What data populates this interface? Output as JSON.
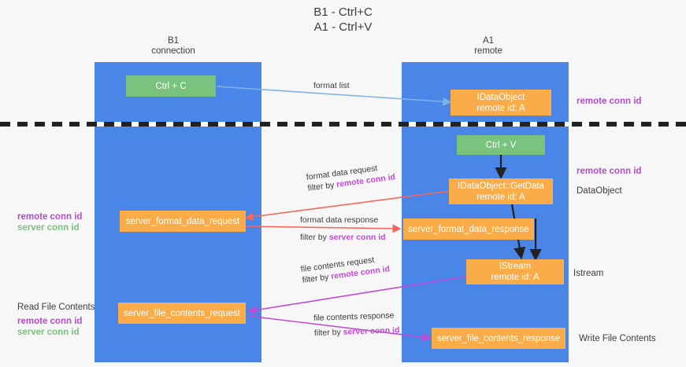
{
  "title": {
    "line1": "B1 - Ctrl+C",
    "line2": "A1 - Ctrl+V"
  },
  "columns": [
    {
      "name": "B1",
      "sub": "connection"
    },
    {
      "name": "A1",
      "sub": "remote"
    }
  ],
  "colors": {
    "lane": "#4a86e8",
    "box_orange": "#f9ac47",
    "box_green": "#7ac37f",
    "conn_purple": "#b24ec8",
    "conn_green": "#7ac37f",
    "arrow_blue": "#7fb1e8",
    "arrow_red": "#f3685a",
    "arrow_magenta": "#c04ad6",
    "arrow_black": "#222222",
    "background": "#f7f7f7",
    "text": "#3c3c3c"
  },
  "boxes": {
    "ctrl_c": {
      "line1": "Ctrl + C"
    },
    "idataobject": {
      "line1": "IDataObject",
      "line2": "remote id: A"
    },
    "ctrl_v": {
      "line1": "Ctrl + V"
    },
    "getdata": {
      "line1": "IDataObject::GetData",
      "line2": "remote id: A"
    },
    "fmt_req": {
      "line1": "server_format_data_request"
    },
    "fmt_resp": {
      "line1": "server_format_data_response"
    },
    "istream": {
      "line1": "IStream",
      "line2": "remote id: A"
    },
    "file_req": {
      "line1": "server_file_contents_request"
    },
    "file_resp": {
      "line1": "server_file_contents_response"
    }
  },
  "side_labels": {
    "right_remote_conn_top": "remote conn id",
    "right_remote_conn_mid": "remote conn id",
    "right_dataobject": "DataObject",
    "right_istream": "Istream",
    "right_write_file": "Write File Contents",
    "left_remote_conn_mid": "remote conn id",
    "left_server_conn_mid": "server conn id",
    "left_read_file": "Read File Contents",
    "left_remote_conn_bot": "remote conn id",
    "left_server_conn_bot": "server conn id"
  },
  "edge_labels": {
    "format_list": "format list",
    "fmt_req_l1": "format data request",
    "fmt_req_l2_prefix": "filter by ",
    "fmt_req_l2_key": "remote conn id",
    "fmt_resp_l1": "format data response",
    "fmt_resp_l2_prefix": "filter by ",
    "fmt_resp_l2_key": "server conn id",
    "file_req_l1": "file contents request",
    "file_req_l2_prefix": "filter by ",
    "file_req_l2_key": "remote conn id",
    "file_resp_l1": "file contents response",
    "file_resp_l2_prefix": "filter by ",
    "file_resp_l2_key": "server conn id"
  }
}
